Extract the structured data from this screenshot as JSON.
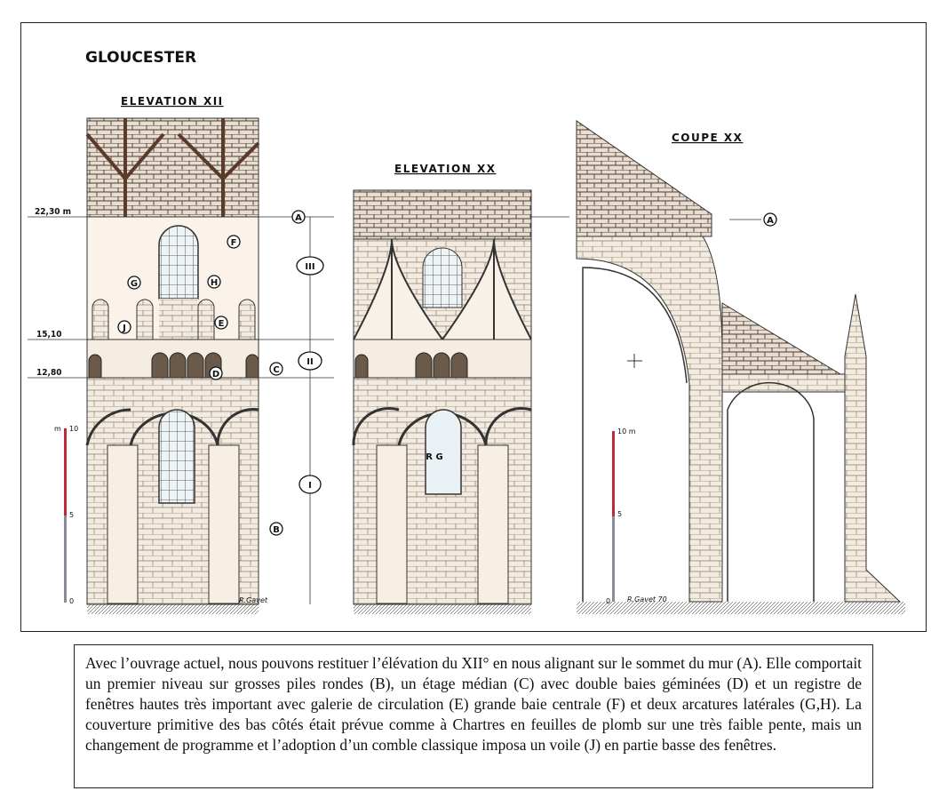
{
  "plate": {
    "title": "GLOUCESTER",
    "drawings": {
      "elevation_xii": "ELEVATION XII",
      "elevation_xx": "ELEVATION XX",
      "coupe_xx": "COUPE XX"
    },
    "levels": {
      "top": "22,30 m",
      "middle": "15,10",
      "lower": "12,80"
    },
    "tiers": {
      "upper": "III",
      "middle": "II",
      "lower": "I"
    },
    "markers": {
      "a": "A",
      "b": "B",
      "c": "C",
      "d": "D",
      "e": "E",
      "f": "F",
      "g": "G",
      "h": "H",
      "j": "J"
    },
    "window_letters": "R G",
    "scale_left": {
      "unit": "m",
      "max": "10",
      "mid": "5",
      "min": "0"
    },
    "scale_right": {
      "unit": "10 m",
      "mid": "5",
      "min": "0"
    },
    "signature_left": "R.Gavet",
    "signature_right": "R.Gavet 70",
    "colors": {
      "scale_red": "#c0283a",
      "paper": "#fbf6ee",
      "ink": "#222222",
      "stone": "#efe6d8"
    }
  },
  "caption": {
    "text": "Avec l’ouvrage actuel, nous pouvons restituer l’élévation du XII° en nous alignant sur le sommet du mur (A). Elle comportait un premier niveau sur grosses piles rondes (B), un étage médian (C) avec double baies géminées (D) et un registre de fenêtres hautes très important avec galerie de circulation (E) grande baie centrale (F) et deux arcatures latérales (G,H). La couverture primitive des bas côtés était prévue comme à Chartres en feuilles de plomb sur une très faible pente, mais un changement de programme et l’adoption d’un comble classique imposa un voile (J) en partie basse des fenêtres."
  }
}
